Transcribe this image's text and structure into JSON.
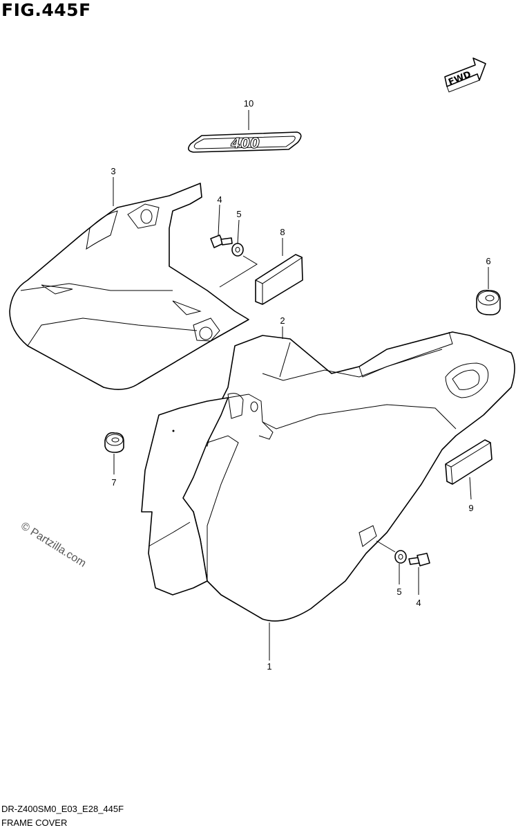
{
  "figure": {
    "title": "FIG.445F",
    "footer_code": "DR-Z400SM0_E03_E28_445F",
    "footer_name": "FRAME COVER",
    "watermark": "© Partzilla.com",
    "fwd_label": "FWD",
    "emblem_text": "400"
  },
  "callouts": {
    "c1": "1",
    "c2": "2",
    "c3": "3",
    "c4a": "4",
    "c4b": "4",
    "c5a": "5",
    "c5b": "5",
    "c6": "6",
    "c7": "7",
    "c8": "8",
    "c9": "9",
    "c10": "10"
  }
}
